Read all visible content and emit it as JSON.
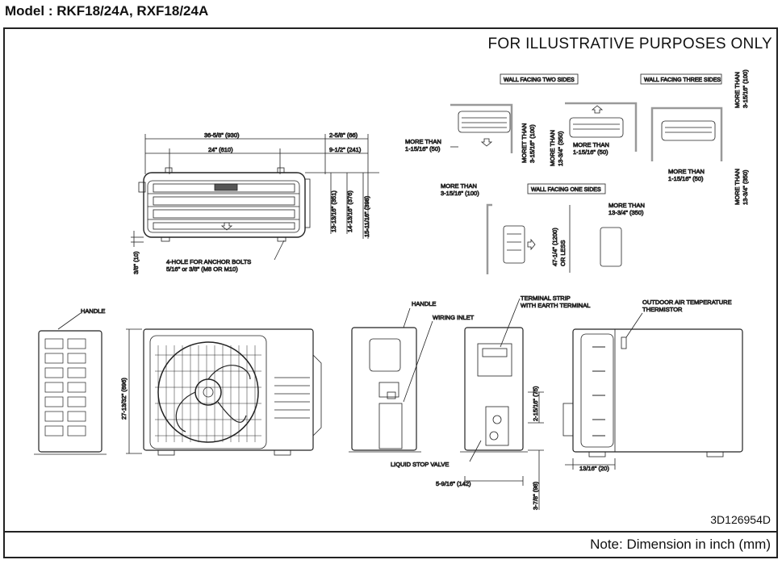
{
  "header": {
    "model": "Model : RKF18/24A, RXF18/24A"
  },
  "notice": "FOR ILLUSTRATIVE PURPOSES ONLY",
  "document_number": "3D126954D",
  "footer_note": "Note: Dimension in inch (mm)",
  "dims": {
    "width_total": "36-5/8\" (930)",
    "width_anchor": "24\" (610)",
    "right_offset_1": "2-5/8\" (66)",
    "right_offset_2": "9-1/2\" (241)",
    "depth_1": "13-13/16\" (351)",
    "depth_2": "14-13/16\" (376)",
    "depth_3": "15-11/16\" (398)",
    "foot_height": "3/8\" (10)",
    "anchor_bolts_line1": "4-HOLE FOR ANCHOR BOLTS",
    "anchor_bolts_line2": "5/16\" or 3/8\" (M8 OR M10)",
    "height": "27-13/32\" (696)",
    "side_dim_1": "2-15/16\" (75)",
    "side_dim_2": "5-9/16\" (142)",
    "side_dim_3": "3-7/8\" (98)",
    "side_dim_4": "13/16\" (20)"
  },
  "labels": {
    "handle_1": "HANDLE",
    "handle_2": "HANDLE",
    "wiring_inlet": "WIRING INLET",
    "terminal_strip_1": "TERMINAL STRIP",
    "terminal_strip_2": "WITH EARTH TERMINAL",
    "outdoor_temp_1": "OUTDOOR AIR TEMPERATURE",
    "outdoor_temp_2": "THERMISTOR",
    "liquid_valve": "LIQUID STOP VALVE"
  },
  "installation": {
    "two_sides_title": "WALL FACING TWO SIDES",
    "three_sides_title": "WALL FACING THREE SIDES",
    "one_side_title": "WALL FACING ONE SIDES",
    "more_than": "MORE THAN",
    "moret_than": "MORET THAN",
    "v_1_15_16": "1-15/16\" (50)",
    "v_3_15_16": "3-15/16\" (100)",
    "v_13_3_4": "13-3/4\" (350)",
    "or_less_1": "47-1/4\" (1200)",
    "or_less_2": "OR LESS"
  }
}
